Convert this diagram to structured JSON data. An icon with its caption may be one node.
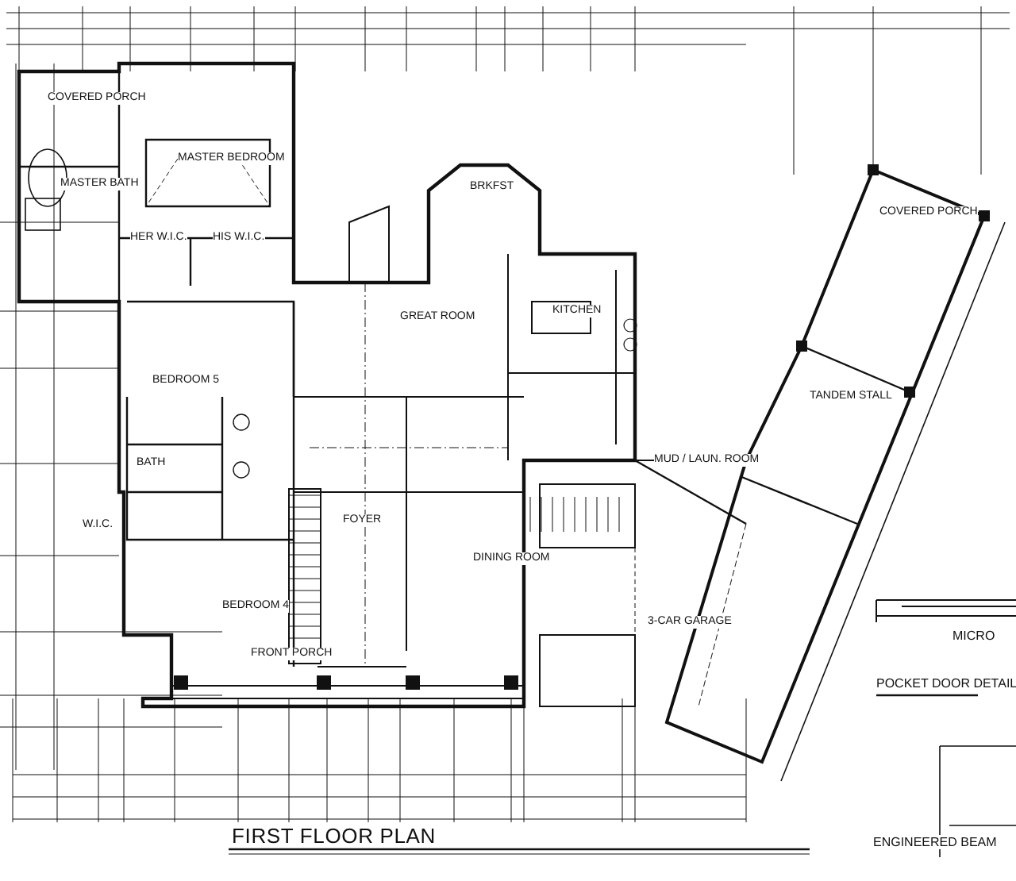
{
  "diagram": {
    "title": "FIRST FLOOR PLAN",
    "labels": [
      "COVERED PORCH",
      "MASTER BEDROOM",
      "MASTER BATH",
      "HER W.I.C.",
      "HIS W.I.C.",
      "BRKFST",
      "GREAT ROOM",
      "KITCHEN",
      "COVERED PORCH",
      "BEDROOM 5",
      "TANDEM STALL",
      "BATH",
      "MUD / LAUN. ROOM",
      "FOYER",
      "W.I.C.",
      "DINING ROOM",
      "BEDROOM 4",
      "3-CAR GARAGE",
      "FRONT PORCH",
      "POCKET DOOR DETAIL",
      "MICRO",
      "ENGINEERED BEAM"
    ]
  }
}
